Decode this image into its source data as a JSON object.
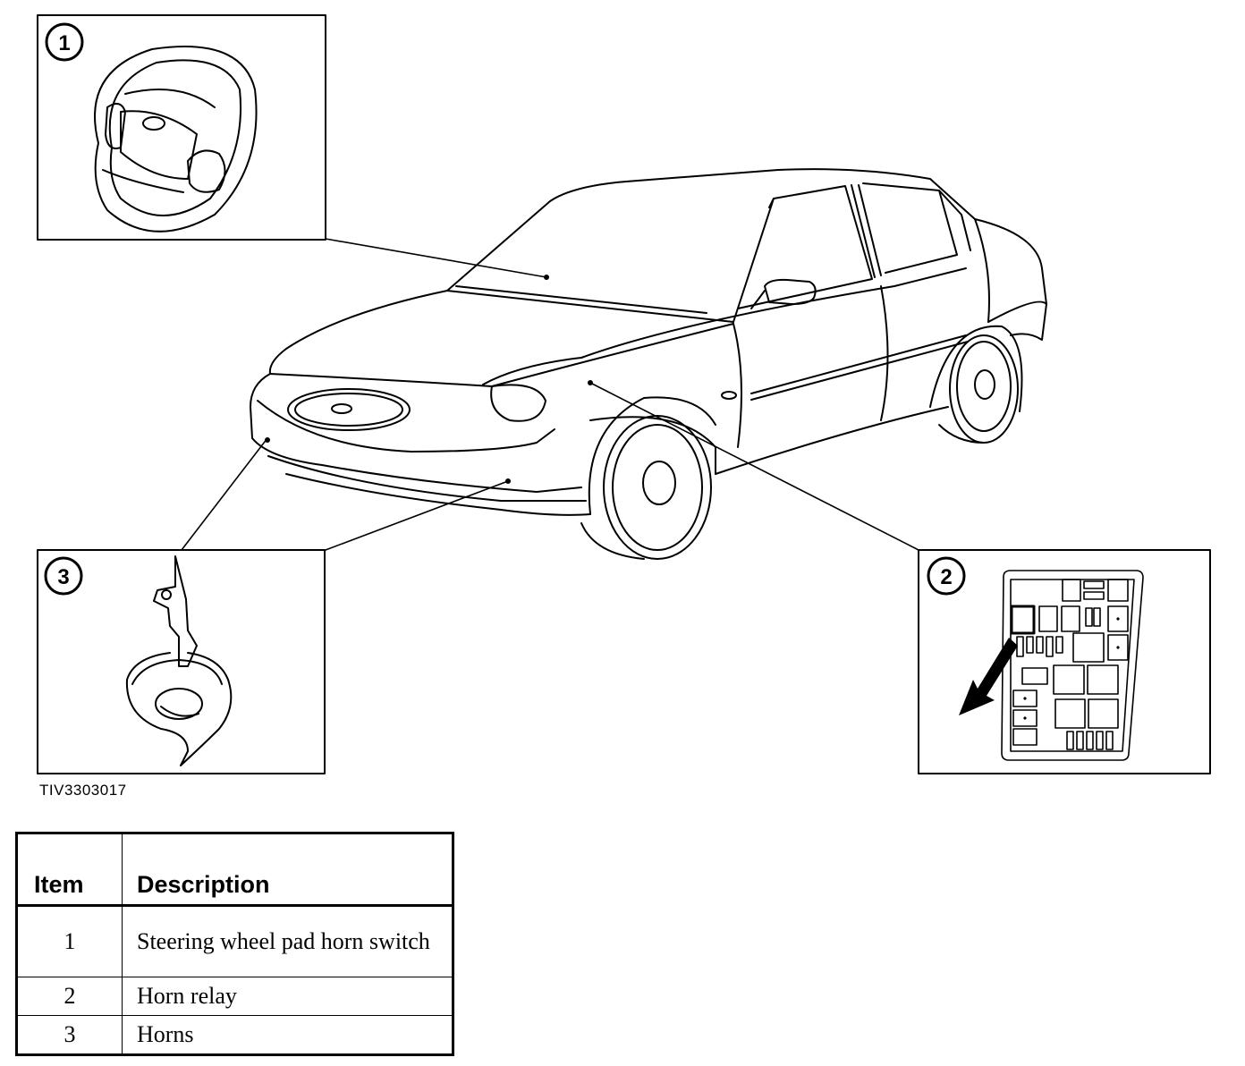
{
  "callouts": {
    "c1": "1",
    "c2": "2",
    "c3": "3"
  },
  "figure_code": "TIV3303017",
  "legend": {
    "header": {
      "item": "Item",
      "description": "Description"
    },
    "rows": [
      {
        "item": "1",
        "description": "Steering wheel pad horn switch"
      },
      {
        "item": "2",
        "description": "Horn relay"
      },
      {
        "item": "3",
        "description": "Horns"
      }
    ]
  }
}
